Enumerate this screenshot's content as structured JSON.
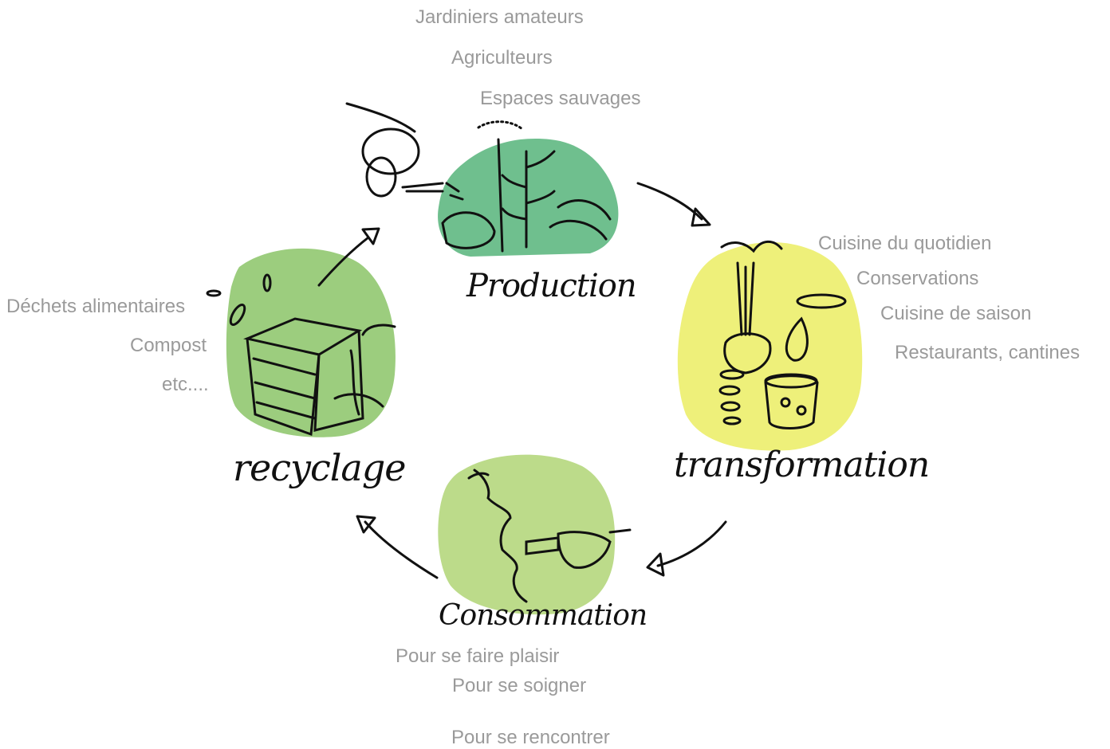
{
  "stages": {
    "production": {
      "title": "Production",
      "items": [
        "Jardiniers amateurs",
        "Agriculteurs",
        "Espaces sauvages"
      ],
      "color": "#6fbf8e"
    },
    "transformation": {
      "title": "transformation",
      "items": [
        "Cuisine du quotidien",
        "Conservations",
        "Cuisine de saison",
        "Restaurants, cantines"
      ],
      "color": "#eef07a"
    },
    "consommation": {
      "title": "Consommation",
      "items": [
        "Pour se faire plaisir",
        "Pour se soigner",
        "Pour se rencontrer"
      ],
      "color": "#bcdb8a"
    },
    "recyclage": {
      "title": "recyclage",
      "items": [
        "Déchets alimentaires",
        "Compost",
        "etc...."
      ],
      "color": "#9ccd7e"
    }
  }
}
